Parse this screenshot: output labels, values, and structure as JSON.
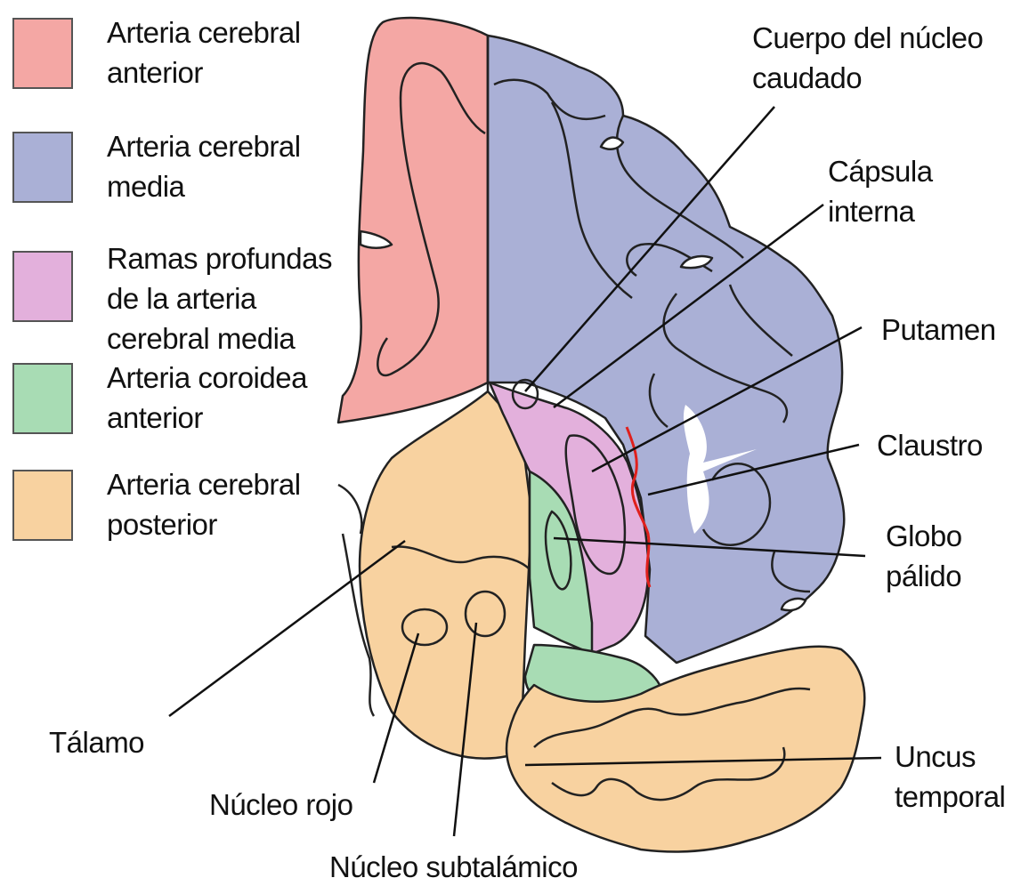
{
  "legend": [
    {
      "text": "Arteria cerebral\nanterior",
      "color": "#f4a7a4"
    },
    {
      "text": "Arteria cerebral\nmedia",
      "color": "#aab0d6"
    },
    {
      "text": "Ramas profundas\nde la arteria\ncerebral media",
      "color": "#e3b0dc"
    },
    {
      "text": "Arteria coroidea\nanterior",
      "color": "#a8dcb4"
    },
    {
      "text": "Arteria cerebral\nposterior",
      "color": "#f8d2a0"
    }
  ],
  "labels": {
    "cuerpo_nucleo_caudado": "Cuerpo del núcleo\ncaudado",
    "capsula_interna": "Cápsula\ninterna",
    "putamen": "Putamen",
    "claustro": "Claustro",
    "globo_palido": "Globo\npálido",
    "uncus_temporal": "Uncus\ntemporal",
    "talamo": "Tálamo",
    "nucleo_rojo": "Núcleo rojo",
    "nucleo_subtalamico": "Núcleo subtalámico"
  },
  "colors": {
    "anterior": "#f4a7a4",
    "media": "#aab0d6",
    "profundas": "#e3b0dc",
    "coroidea": "#a8dcb4",
    "posterior": "#f8d2a0",
    "claustro_line": "#e0201c",
    "outline": "#222222"
  }
}
